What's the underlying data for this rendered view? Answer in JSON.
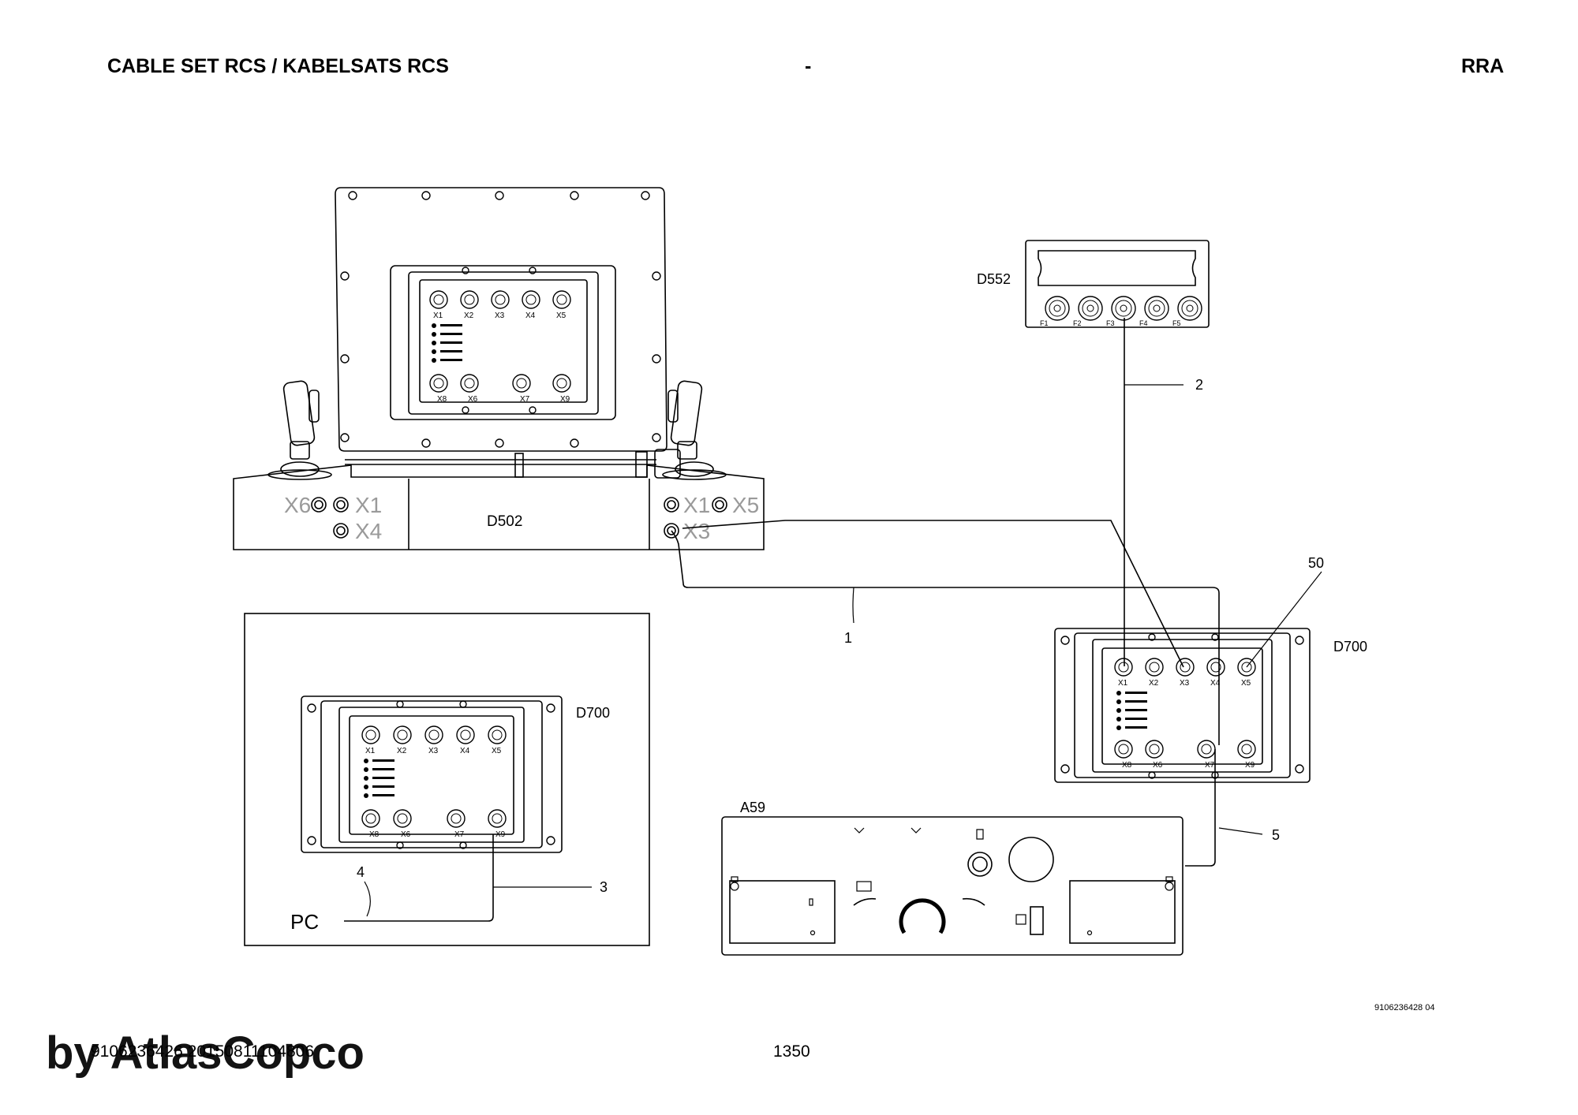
{
  "header": {
    "title": "CABLE SET RCS / KABELSATS RCS",
    "dash": "-",
    "code": "RRA"
  },
  "footer": {
    "doc_number": "9106236426 20150811104806",
    "page": "1350",
    "drawing_number": "9106236428 04",
    "watermark": "by AtlasCopco"
  },
  "components": {
    "d502": "D502",
    "d552": "D552",
    "d700_main": "D700",
    "d700_inset": "D700",
    "a59": "A59",
    "pc": "PC"
  },
  "d502_connectors_left": [
    "X6",
    "X1",
    "X4"
  ],
  "d502_connectors_right": [
    "X1",
    "X5",
    "X3"
  ],
  "d552_ports": [
    "F1",
    "F2",
    "F3",
    "F4",
    "F5"
  ],
  "module_ports_top": [
    "X1",
    "X2",
    "X3",
    "X4",
    "X5"
  ],
  "module_ports_bottom": [
    "X8",
    "X6",
    "X7",
    "X9"
  ],
  "callouts": [
    "1",
    "2",
    "3",
    "4",
    "5",
    "50"
  ]
}
